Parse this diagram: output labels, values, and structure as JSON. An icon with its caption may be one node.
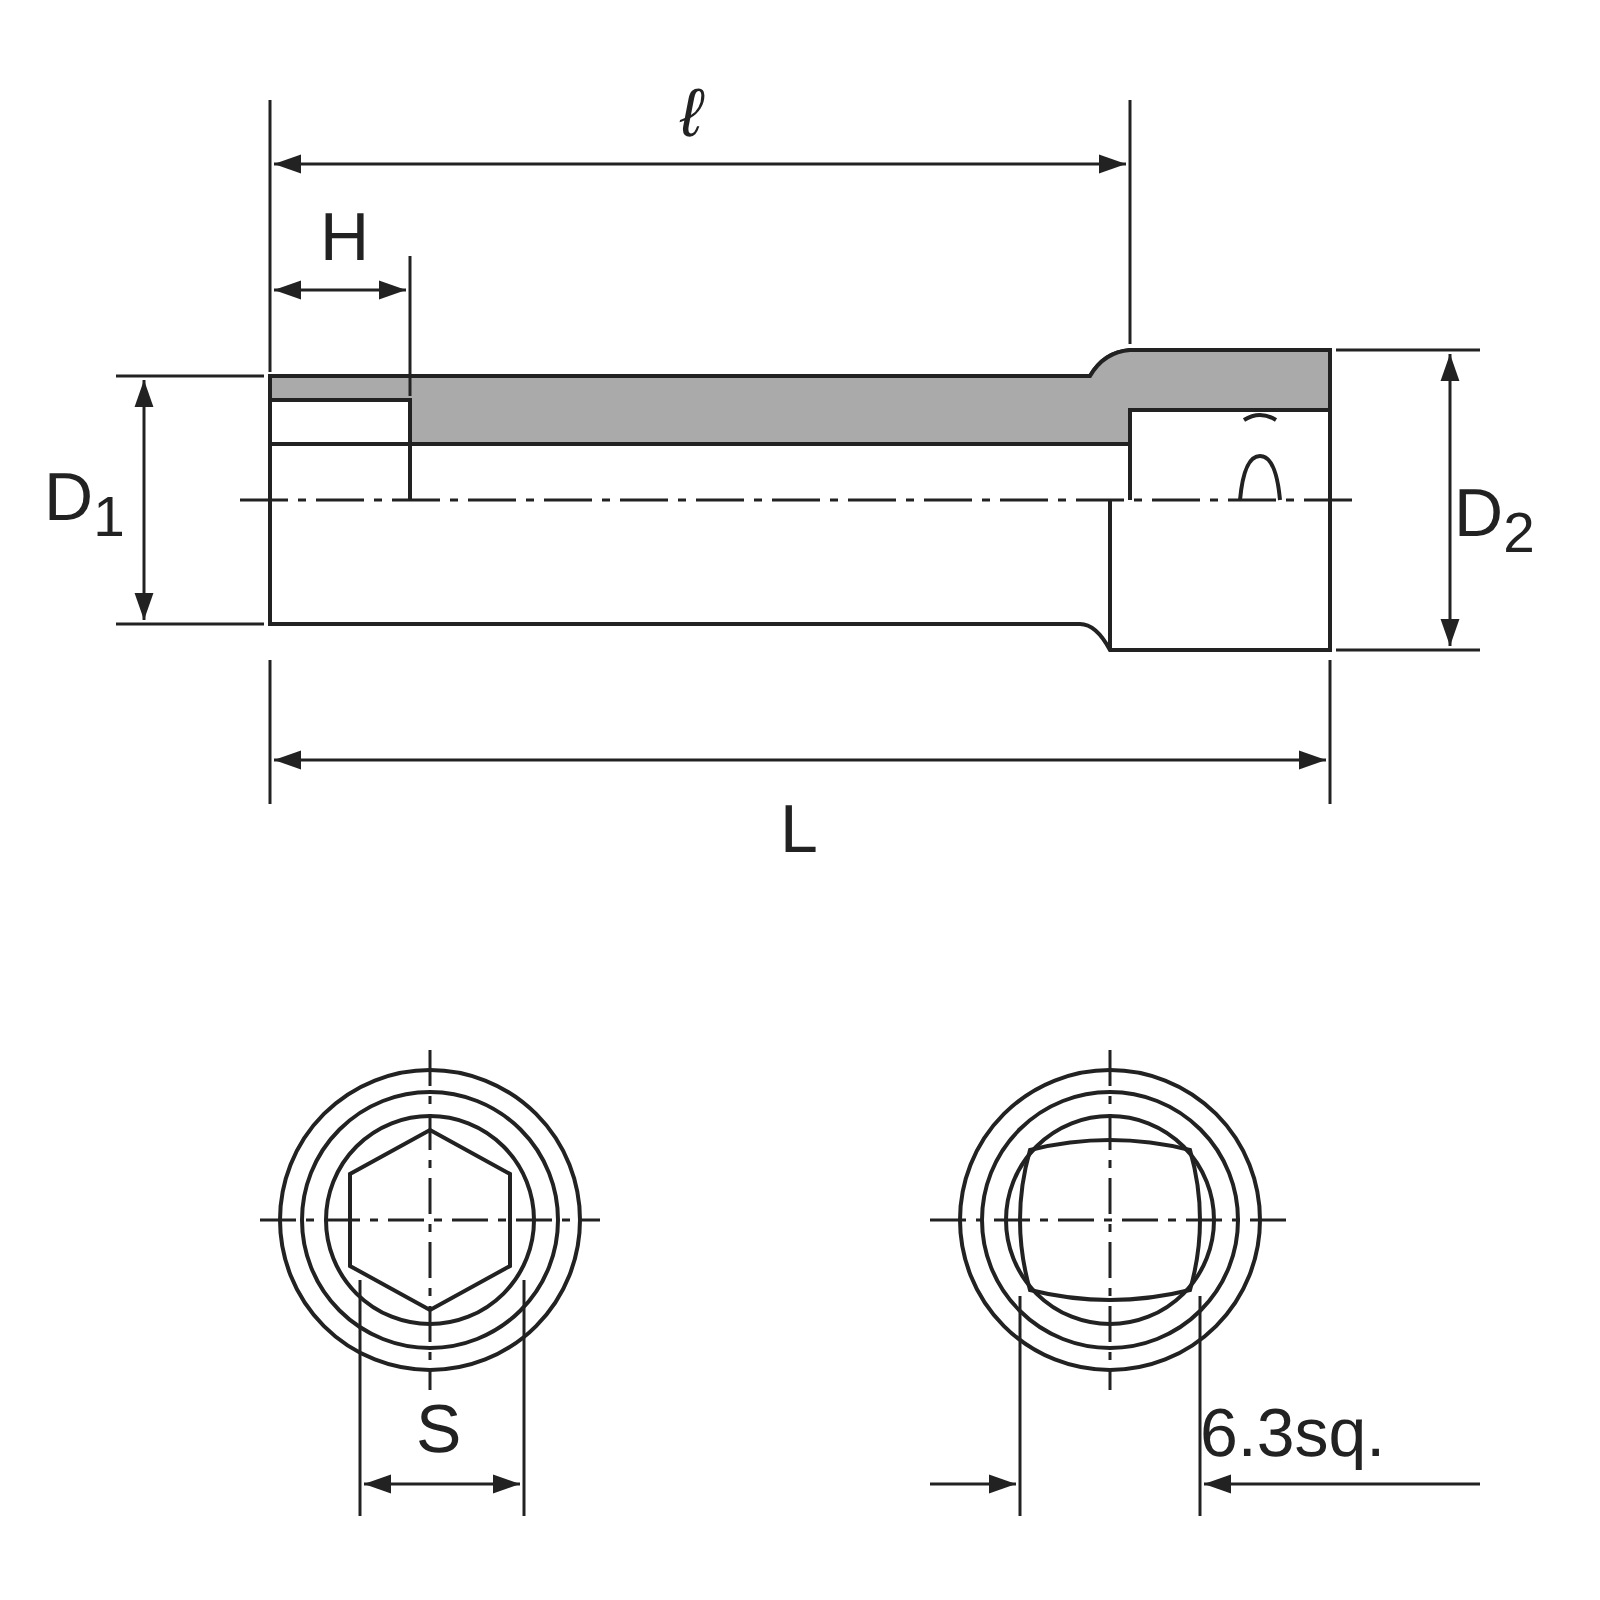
{
  "diagram": {
    "labels": [
      "ℓ",
      "H",
      "D$_{1}$",
      "D$_{2}$",
      "L",
      "S",
      "6.3sq."
    ]
  }
}
